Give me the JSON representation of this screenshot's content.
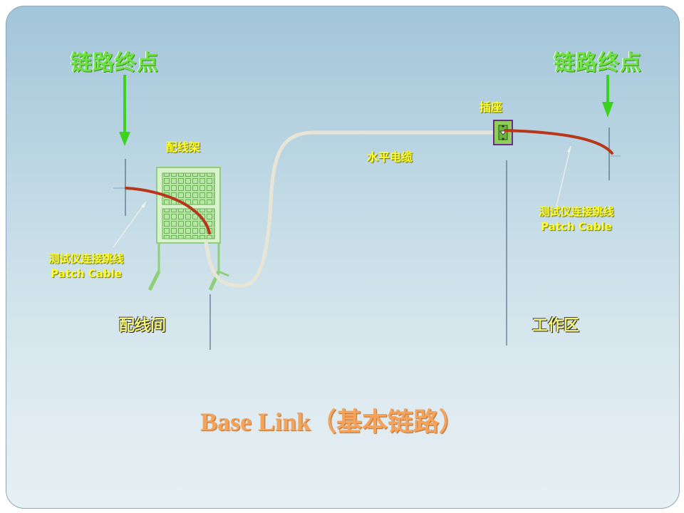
{
  "labels": {
    "endpoint_left": "链路终点",
    "endpoint_right": "链路终点",
    "patch_panel": "配线架",
    "outlet": "插座",
    "horizontal_cable": "水平电缆",
    "patch_cable_left_cn": "测试仪连接跳线",
    "patch_cable_left_en": "Patch Cable",
    "patch_cable_right_cn": "测试仪连接跳线",
    "patch_cable_right_en": "Patch Cable",
    "telecom_room": "配线间",
    "work_area": "工作区",
    "title": "Base Link（基本链路）"
  },
  "colors": {
    "endpoint_text": "#6ee243",
    "arrow": "#3cd21e",
    "label_yellow": "#ffff2a",
    "patch_cable": "#b8361a",
    "horizontal_cable": "#e8e5d7",
    "title": "#f5a35a",
    "patch_panel": "#8ed07a"
  }
}
